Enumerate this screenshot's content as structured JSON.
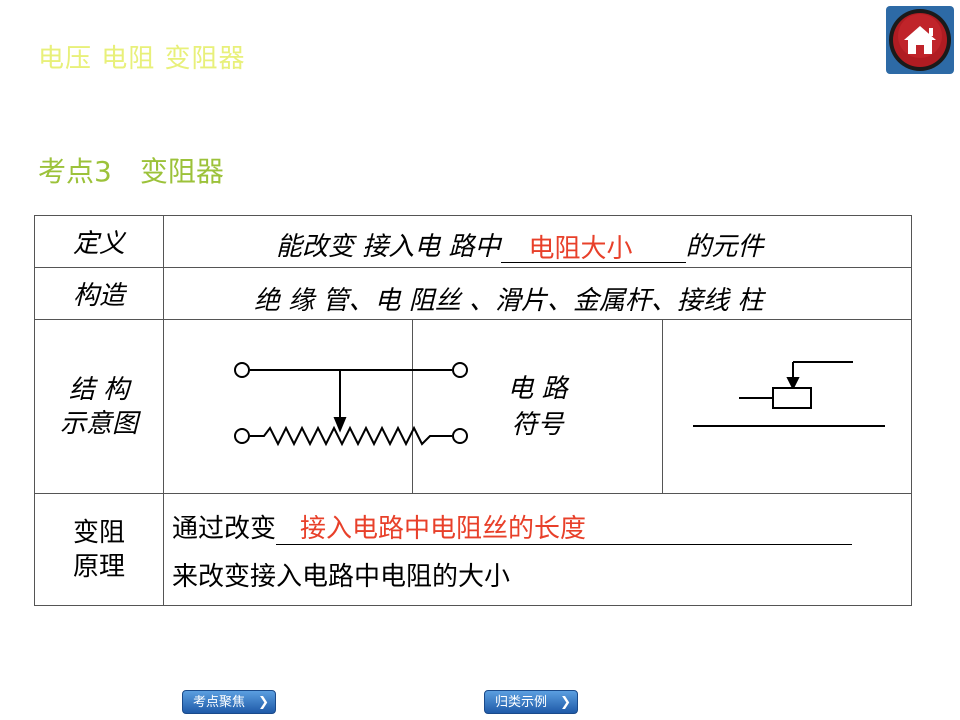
{
  "header": {
    "title": "电压 电阻 变阻器"
  },
  "section": {
    "title": "考点3　变阻器"
  },
  "table": {
    "definition": {
      "label": "定义",
      "prefix": "能改变 接入电 路中",
      "answer": "电阻大小",
      "suffix": "的元件"
    },
    "construction": {
      "label": "构造",
      "text": "绝 缘 管、电 阻丝 、滑片、金属杆、接线 柱"
    },
    "structure": {
      "label_line1": "结 构",
      "label_line2": "示意图",
      "symbol_label_line1": "电 路",
      "symbol_label_line2": "符号"
    },
    "principle": {
      "label_line1": "变阻",
      "label_line2": "原理",
      "prefix": "通过改变",
      "answer": "接入电路中电阻丝的长度",
      "line2": "来改变接入电路中电阻的大小"
    }
  },
  "nav": {
    "button1": "考点聚焦",
    "button2": "归类示例"
  },
  "colors": {
    "header_title": "#e8f07a",
    "section_title": "#9cc23a",
    "answer": "#e8402a",
    "home_button": "#b01c22"
  },
  "icons": {
    "home": "home-icon",
    "chevron": "chevron-right-icon"
  }
}
